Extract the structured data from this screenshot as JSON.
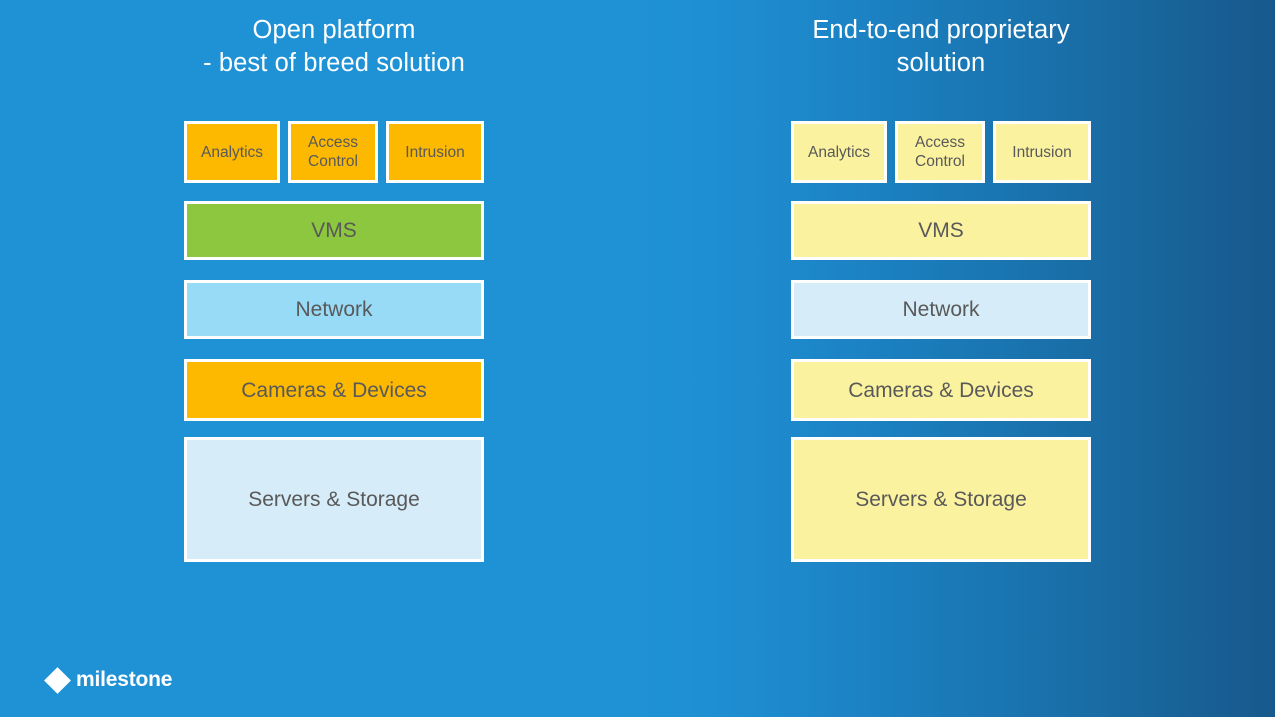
{
  "slide": {
    "background_start": "#1f92d5",
    "background_end": "#17598c",
    "text_color_box": "#595959",
    "title_color": "#ffffff"
  },
  "columns": [
    {
      "id": "open-platform",
      "title": "Open platform\n- best of breed solution",
      "top_row": [
        {
          "label": "Analytics",
          "color": "#fcb900"
        },
        {
          "label": "Access\nControl",
          "color": "#fcb900"
        },
        {
          "label": "Intrusion",
          "color": "#fcb900"
        }
      ],
      "rows": [
        {
          "label": "VMS",
          "color": "#8dc63f"
        },
        {
          "label": "Network",
          "color": "#97dbf7"
        },
        {
          "label": "Cameras & Devices",
          "color": "#fcb900"
        },
        {
          "label": "Servers & Storage",
          "color": "#d6ecf8"
        }
      ]
    },
    {
      "id": "end-to-end-proprietary",
      "title": "End-to-end proprietary\nsolution",
      "top_row": [
        {
          "label": "Analytics",
          "color": "#fbf2a0"
        },
        {
          "label": "Access\nControl",
          "color": "#fbf2a0"
        },
        {
          "label": "Intrusion",
          "color": "#fbf2a0"
        }
      ],
      "rows": [
        {
          "label": "VMS",
          "color": "#fbf2a0"
        },
        {
          "label": "Network",
          "color": "#d6ecf8"
        },
        {
          "label": "Cameras & Devices",
          "color": "#fbf2a0"
        },
        {
          "label": "Servers & Storage",
          "color": "#fbf2a0"
        }
      ]
    }
  ],
  "logo": {
    "text": "milestone",
    "mark": "diamond-icon",
    "color": "#ffffff"
  }
}
